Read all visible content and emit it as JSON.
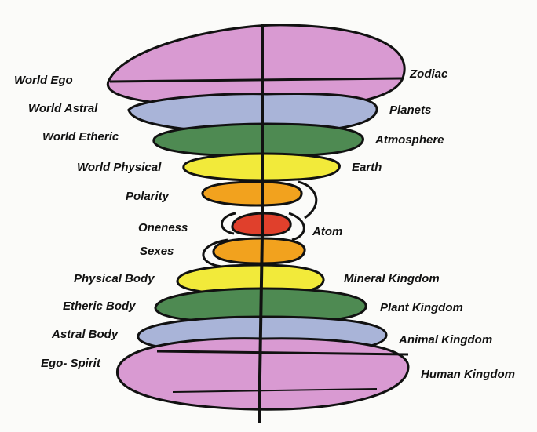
{
  "left_labels": {
    "world_ego": "World Ego",
    "world_astral": "World Astral",
    "world_etheric": "World Etheric",
    "world_physical": "World Physical",
    "polarity": "Polarity",
    "oneness": "Oneness",
    "sexes": "Sexes",
    "physical_body": "Physical Body",
    "etheric_body": "Etheric Body",
    "astral_body": "Astral Body",
    "ego_spirit": "Ego- Spirit"
  },
  "right_labels": {
    "zodiac": "Zodiac",
    "planets": "Planets",
    "atmosphere": "Atmosphere",
    "earth": "Earth",
    "atom": "Atom",
    "mineral_kingdom": "Mineral Kingdom",
    "plant_kingdom": "Plant Kingdom",
    "animal_kingdom": "Animal Kingdom",
    "human_kingdom": "Human Kingdom"
  },
  "colors": {
    "ego": "#d99ad2",
    "astral": "#a9b4d8",
    "etheric": "#4e8a52",
    "physical": "#f2ea3a",
    "polarity": "#f2a21e",
    "center": "#e0402c",
    "outline": "#111111"
  }
}
